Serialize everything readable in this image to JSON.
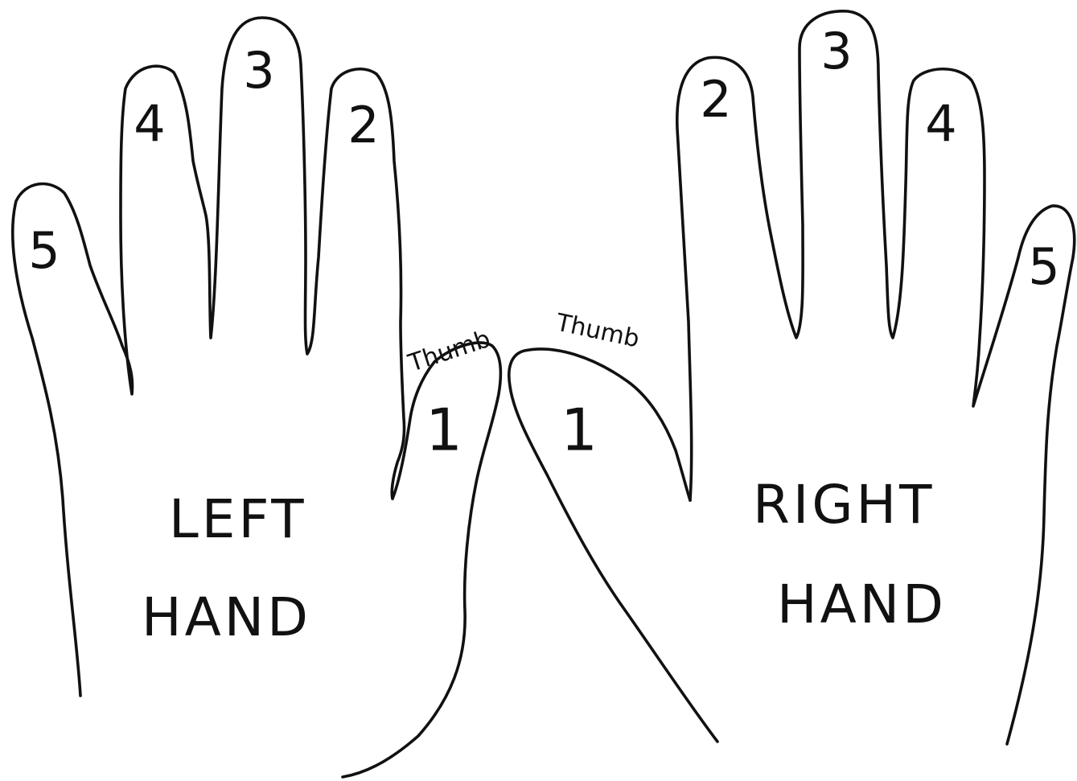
{
  "left_hand": {
    "label_line1": "LEFT",
    "label_line2": "HAND",
    "fingers": {
      "pinky": "5",
      "ring": "4",
      "middle": "3",
      "index": "2",
      "thumb": "1"
    },
    "thumb_word": "Thumb"
  },
  "right_hand": {
    "label_line1": "RIGHT",
    "label_line2": "HAND",
    "fingers": {
      "index": "2",
      "middle": "3",
      "ring": "4",
      "pinky": "5",
      "thumb": "1"
    },
    "thumb_word": "Thumb"
  },
  "colors": {
    "ink": "#111111",
    "paper": "#ffffff"
  }
}
